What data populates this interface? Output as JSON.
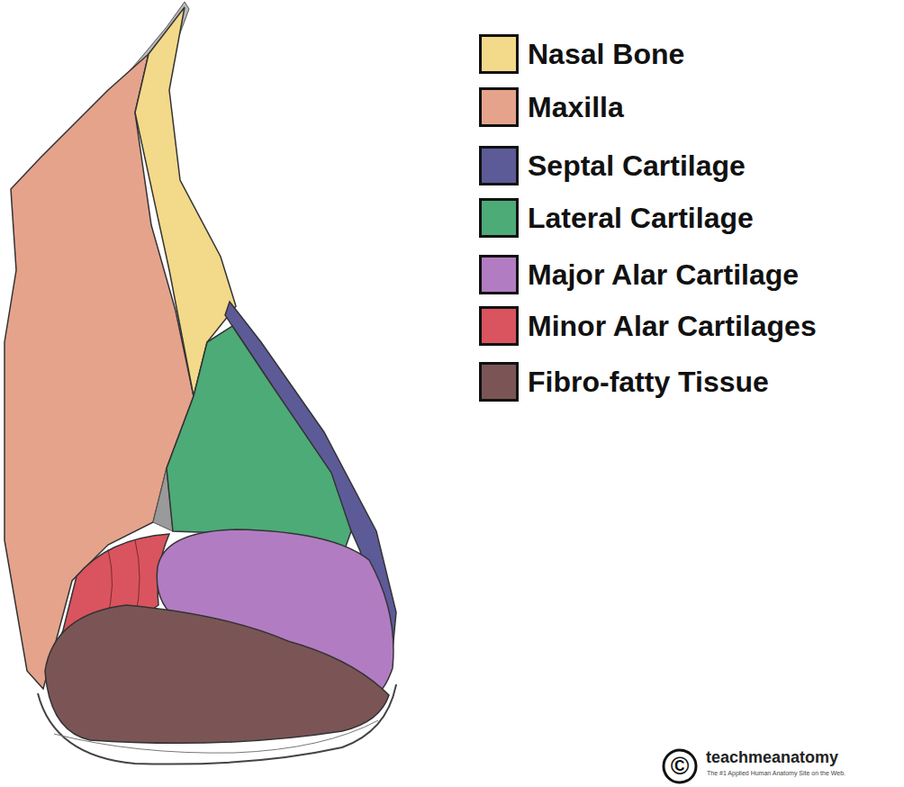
{
  "diagram": {
    "labels": [
      "©",
      "teachmeanatomy",
      "The #1 Applied Human Anatomy Site on the Web."
    ],
    "legend": [
      {
        "text": "Nasal Bone",
        "color": "#f3d98a"
      },
      {
        "text": "Maxilla",
        "color": "#e5a38c"
      },
      {
        "text": "Septal Cartilage",
        "color": "#5d5a98"
      },
      {
        "text": "Lateral Cartilage",
        "color": "#4dab78"
      },
      {
        "text": "Major Alar Cartilage",
        "color": "#b27cc2"
      },
      {
        "text": "Minor Alar Cartilages",
        "color": "#d9545e"
      },
      {
        "text": "Fibro-fatty Tissue",
        "color": "#7b5555"
      }
    ]
  }
}
